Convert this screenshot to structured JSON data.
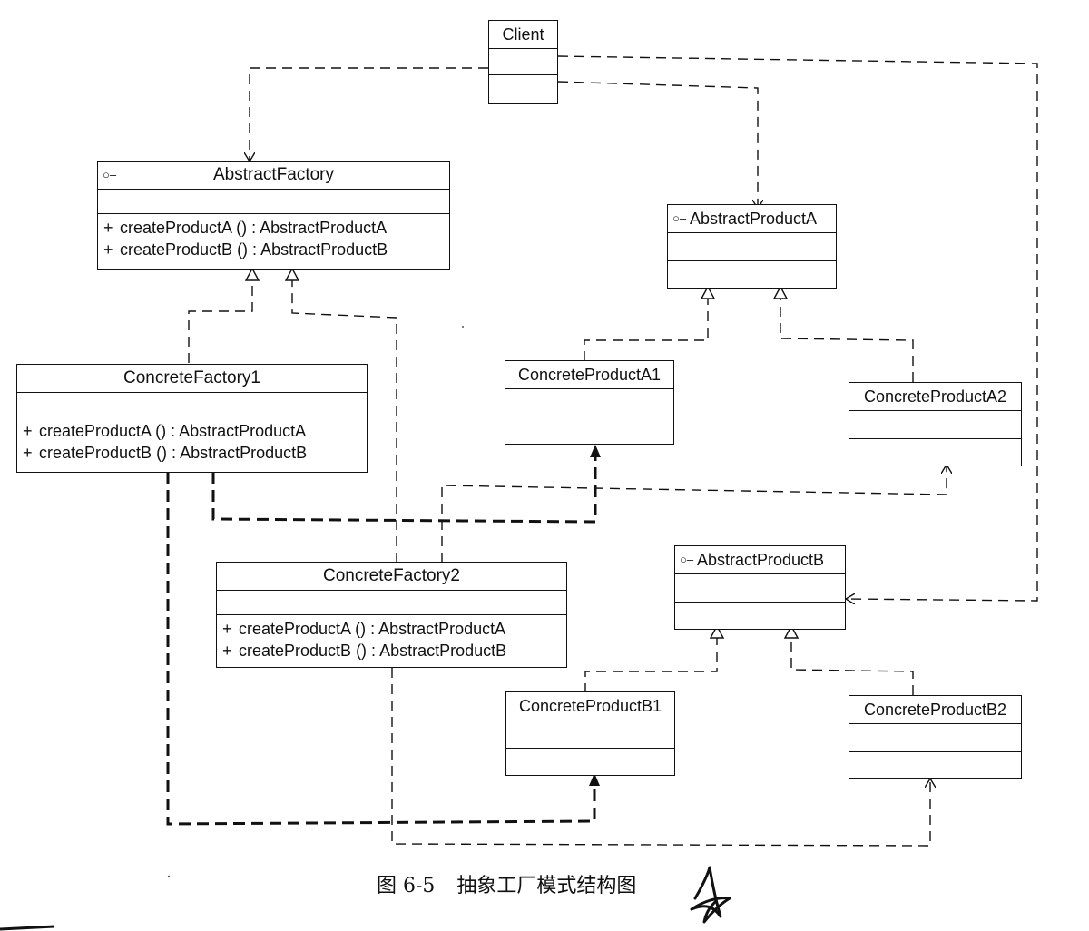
{
  "classes": {
    "client": {
      "name": "Client"
    },
    "abstract_factory": {
      "name": "AbstractFactory",
      "ops": [
        "createProductA () : AbstractProductA",
        "createProductB () : AbstractProductB"
      ]
    },
    "concrete_factory1": {
      "name": "ConcreteFactory1",
      "ops": [
        "createProductA () : AbstractProductA",
        "createProductB () : AbstractProductB"
      ]
    },
    "concrete_factory2": {
      "name": "ConcreteFactory2",
      "ops": [
        "createProductA () : AbstractProductA",
        "createProductB () : AbstractProductB"
      ]
    },
    "abstract_product_a": {
      "name": "AbstractProductA"
    },
    "concrete_product_a1": {
      "name": "ConcreteProductA1"
    },
    "concrete_product_a2": {
      "name": "ConcreteProductA2"
    },
    "abstract_product_b": {
      "name": "AbstractProductB"
    },
    "concrete_product_b1": {
      "name": "ConcreteProductB1"
    },
    "concrete_product_b2": {
      "name": "ConcreteProductB2"
    }
  },
  "visibility_symbol": "+",
  "interface_marker": "○–",
  "caption": {
    "figure_number": "图 6-5",
    "title": "抽象工厂模式结构图"
  },
  "colors": {
    "line": "#111111",
    "background": "#ffffff"
  }
}
